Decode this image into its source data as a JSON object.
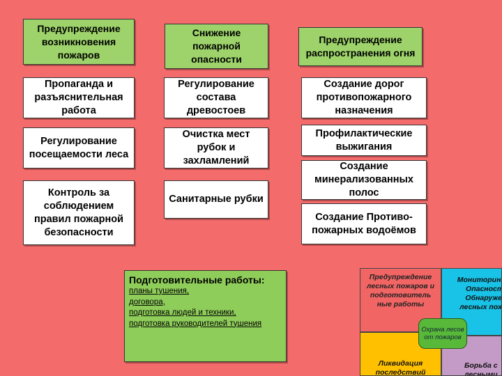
{
  "headers": [
    "Предупреждение возникновения пожаров",
    "Снижение пожарной опасности",
    "Предупреждение распространения огня"
  ],
  "col1": [
    "Пропаганда и разъяснительная работа",
    "Регулирование посещаемости леса",
    "Контроль за соблюдением правил пожарной безопасности"
  ],
  "col2": [
    "Регулирование состава древостоев",
    "Очистка мест рубок и захламлений",
    "Санитарные рубки"
  ],
  "col3": [
    "Создание дорог противопожарного назначения",
    "Профилактические выжигания",
    "Создание минерализованных полос",
    "Создание Противо-пожарных водоёмов"
  ],
  "prep": {
    "title": "Подготовительные работы:",
    "items": [
      "планы тушения,",
      "договора,",
      " подготовка людей  и техники,",
      "подготовка руководителей тушения"
    ]
  },
  "mini": {
    "q1": "Предупреждение лесных пожаров и подготовитель ные работы",
    "q2": "Мониторинг пож. Опасности и Обнаружение лесных пожаров",
    "q3": "Ликвидация последствий",
    "q4": "Борьба с лесными",
    "center": "Охрана лесов от пожаров",
    "colors": {
      "q1": "#f26565",
      "q2": "#19c3e8",
      "q3": "#ffc000",
      "q4": "#c39bc6",
      "center": "#58b83a"
    }
  }
}
